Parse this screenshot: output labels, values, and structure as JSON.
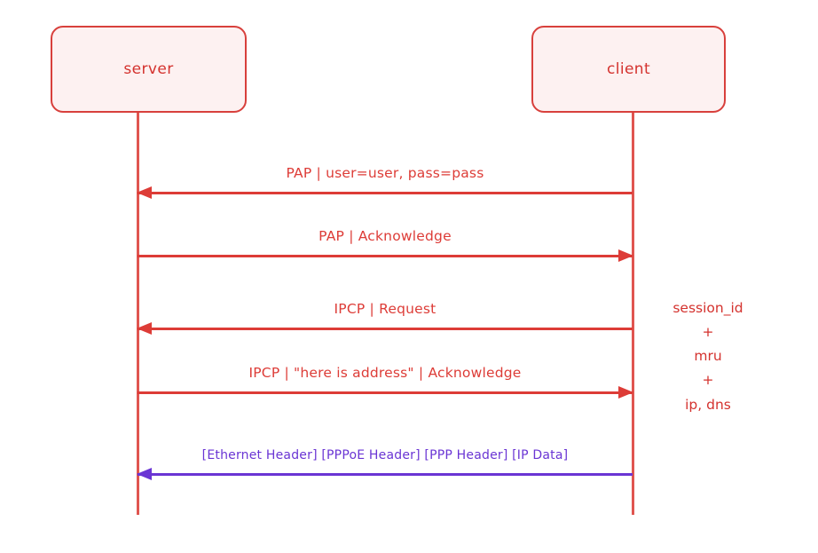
{
  "diagram": {
    "type": "sequence-diagram",
    "background_color": "#ffffff",
    "colors": {
      "primary": "#dd3c37",
      "box_fill": "#fdf1f1",
      "box_border": "#d8403c",
      "secondary": "#6a35d4"
    },
    "participants": [
      {
        "id": "server",
        "label": "server"
      },
      {
        "id": "client",
        "label": "client"
      }
    ],
    "messages": [
      {
        "index": 0,
        "label": "PAP | user=user, pass=pass",
        "from": "client",
        "to": "server",
        "direction": "left",
        "color": "#dd3c37"
      },
      {
        "index": 1,
        "label": "PAP | Acknowledge",
        "from": "server",
        "to": "client",
        "direction": "right",
        "color": "#dd3c37"
      },
      {
        "index": 2,
        "label": "IPCP | Request",
        "from": "client",
        "to": "server",
        "direction": "left",
        "color": "#dd3c37"
      },
      {
        "index": 3,
        "label": "IPCP | \"here is address\" | Acknowledge",
        "from": "server",
        "to": "client",
        "direction": "right",
        "color": "#dd3c37"
      },
      {
        "index": 4,
        "label": "[Ethernet Header] [PPPoE Header] [PPP Header] [IP Data]",
        "from": "client",
        "to": "server",
        "direction": "left",
        "color": "#6a35d4"
      }
    ],
    "annotation": {
      "anchor": "client",
      "lines": [
        "session_id",
        "+",
        "mru",
        "+",
        "ip, dns"
      ]
    }
  }
}
